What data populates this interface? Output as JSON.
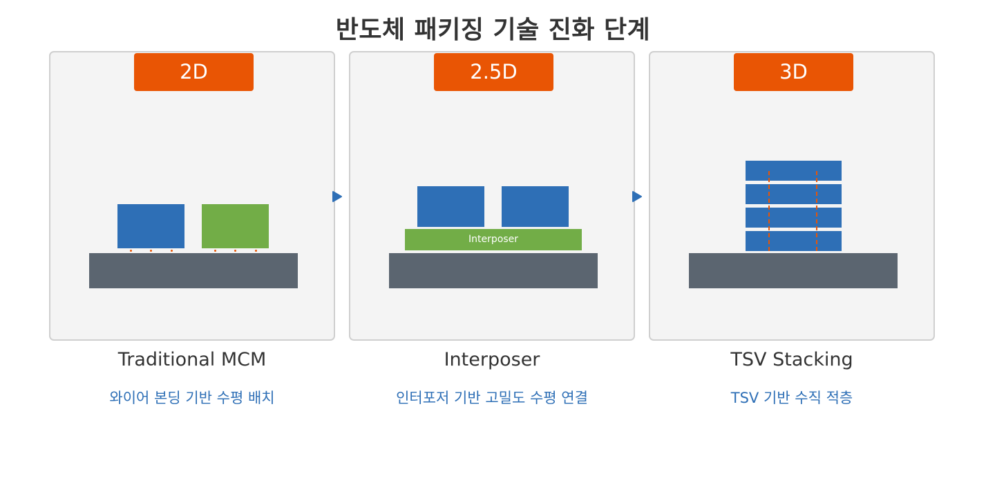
{
  "title": "반도체 패키징 기술 진화 단계",
  "stages": [
    {
      "badge": "2D",
      "name": "Traditional MCM",
      "description": "와이어 본딩 기반 수평 배치"
    },
    {
      "badge": "2.5D",
      "name": "Interposer",
      "description": "인터포저 기반 고밀도 수평 연결",
      "interposer_label": "Interposer"
    },
    {
      "badge": "3D",
      "name": "TSV Stacking",
      "description": "TSV 기반 수직 적층"
    }
  ],
  "colors": {
    "accent": "#e95504",
    "chip_blue": "#2e6fb6",
    "chip_green": "#72ad47",
    "substrate": "#5b6570",
    "panel_bg": "#f4f4f4",
    "panel_border": "#cfcfcf",
    "title_text": "#333333",
    "description_text": "#2e6fb6"
  },
  "icons": {
    "connector": "arrow-right-icon"
  }
}
